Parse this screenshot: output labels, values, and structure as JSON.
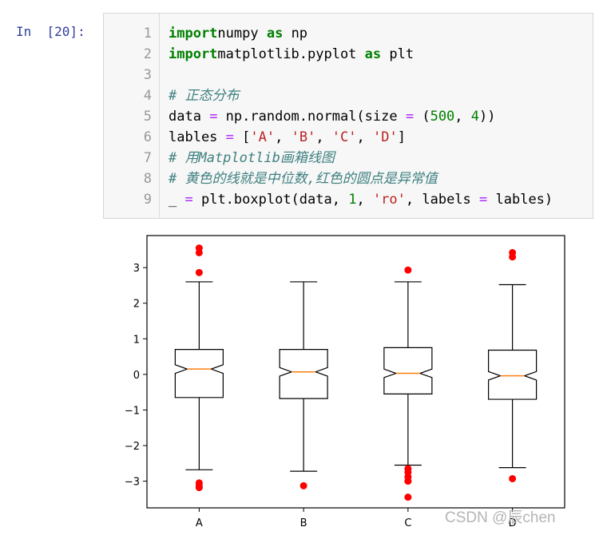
{
  "cell": {
    "prompt": "In  [20]:",
    "lines": [
      {
        "num": "1",
        "tokens": [
          [
            "kw",
            "import"
          ],
          [
            "",
            "numpy "
          ],
          [
            "kw",
            "as"
          ],
          [
            "",
            " np"
          ]
        ]
      },
      {
        "num": "2",
        "tokens": [
          [
            "kw",
            "import"
          ],
          [
            "",
            "matplotlib.pyplot "
          ],
          [
            "kw",
            "as"
          ],
          [
            "",
            " plt"
          ]
        ]
      },
      {
        "num": "3",
        "tokens": []
      },
      {
        "num": "4",
        "tokens": [
          [
            "cm",
            "# 正态分布"
          ]
        ]
      },
      {
        "num": "5",
        "tokens": [
          [
            "",
            "data "
          ],
          [
            "op",
            "="
          ],
          [
            "",
            " np.random.normal(size "
          ],
          [
            "op",
            "="
          ],
          [
            "",
            " ("
          ],
          [
            "num",
            "500"
          ],
          [
            "",
            ", "
          ],
          [
            "num",
            "4"
          ],
          [
            "",
            "))"
          ]
        ]
      },
      {
        "num": "6",
        "tokens": [
          [
            "",
            "lables "
          ],
          [
            "op",
            "="
          ],
          [
            "",
            " ["
          ],
          [
            "str",
            "'A'"
          ],
          [
            "",
            ", "
          ],
          [
            "str",
            "'B'"
          ],
          [
            "",
            ", "
          ],
          [
            "str",
            "'C'"
          ],
          [
            "",
            ", "
          ],
          [
            "str",
            "'D'"
          ],
          [
            "",
            "]"
          ]
        ]
      },
      {
        "num": "7",
        "tokens": [
          [
            "cm",
            "# 用Matplotlib画箱线图"
          ]
        ]
      },
      {
        "num": "8",
        "tokens": [
          [
            "cm",
            "# 黄色的线就是中位数,红色的圆点是异常值"
          ]
        ]
      },
      {
        "num": "9",
        "tokens": [
          [
            "",
            "_ "
          ],
          [
            "op",
            "="
          ],
          [
            "",
            " plt.boxplot(data, "
          ],
          [
            "num",
            "1"
          ],
          [
            "",
            ", "
          ],
          [
            "str",
            "'ro'"
          ],
          [
            "",
            ", labels "
          ],
          [
            "op",
            "="
          ],
          [
            "",
            " lables)"
          ]
        ]
      }
    ]
  },
  "output": {
    "chart_data": {
      "type": "box",
      "categories": [
        "A",
        "B",
        "C",
        "D"
      ],
      "notch": true,
      "flier_marker": "ro",
      "ylim": [
        -3.75,
        3.9
      ],
      "yticks": [
        3,
        2,
        1,
        0,
        -1,
        -2,
        -3
      ],
      "ytick_labels": [
        "3",
        "2",
        "1",
        "0",
        "−1",
        "−2",
        "−3"
      ],
      "boxes": [
        {
          "label": "A",
          "q1": -0.65,
          "median": 0.15,
          "q3": 0.7,
          "notch_low": 0.03,
          "notch_high": 0.27,
          "whisker_low": -2.68,
          "whisker_high": 2.6,
          "fliers": [
            3.55,
            3.42,
            2.86,
            -3.05,
            -3.12,
            -3.18
          ]
        },
        {
          "label": "B",
          "q1": -0.68,
          "median": 0.07,
          "q3": 0.7,
          "notch_low": -0.05,
          "notch_high": 0.19,
          "whisker_low": -2.72,
          "whisker_high": 2.6,
          "fliers": [
            -3.13
          ]
        },
        {
          "label": "C",
          "q1": -0.55,
          "median": 0.03,
          "q3": 0.75,
          "notch_low": -0.09,
          "notch_high": 0.15,
          "whisker_low": -2.55,
          "whisker_high": 2.6,
          "fliers": [
            2.93,
            -2.65,
            -2.75,
            -2.88,
            -3.0,
            -3.45
          ]
        },
        {
          "label": "D",
          "q1": -0.7,
          "median": -0.04,
          "q3": 0.68,
          "notch_low": -0.16,
          "notch_high": 0.08,
          "whisker_low": -2.62,
          "whisker_high": 2.52,
          "fliers": [
            3.42,
            3.3,
            -2.93
          ]
        }
      ],
      "colors": {
        "box": "#000000",
        "median": "#ff7f0e",
        "flier": "#ff0000"
      },
      "grid": false
    }
  },
  "watermark": "CSDN @辰chen"
}
